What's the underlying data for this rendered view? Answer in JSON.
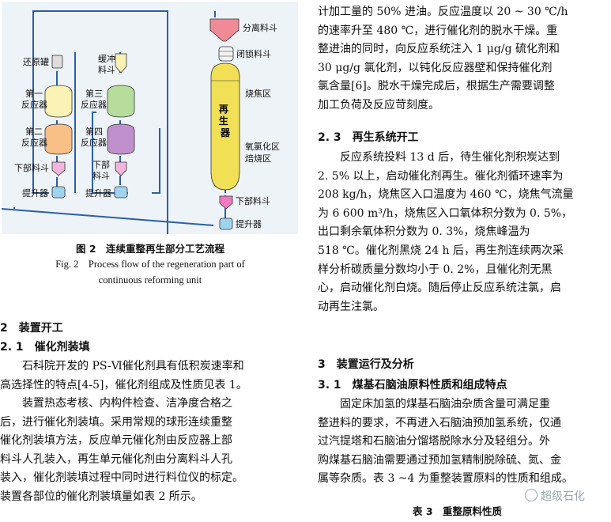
{
  "figure": {
    "labels": {
      "separation_hopper": "分离料斗",
      "lock_hopper": "闭锁料斗",
      "burning_zone": "烧焦区",
      "regenerator": "再\n生\n器",
      "oxychlorination_1": "氧氯化区",
      "oxychlorination_2": "焙烧区",
      "lower_hopper_right": "下部料斗",
      "lifter_right": "提升器",
      "reduction_tank": "还原罐",
      "reactor1_a": "第一",
      "reactor1_b": "反应器",
      "reactor2_a": "第二",
      "reactor2_b": "反应器",
      "lower_hopper_left": "下部料斗",
      "lifter_left": "提升器",
      "buffer_hopper_a": "缓冲",
      "buffer_hopper_b": "料斗",
      "reactor3_a": "第三",
      "reactor3_b": "反应器",
      "reactor4_a": "第四",
      "reactor4_b": "反应器",
      "lower_hopper_mid_a": "下部",
      "lower_hopper_mid_b": "料斗",
      "lifter_mid": "提升器"
    },
    "colors": {
      "separation_hopper": "#f08a96",
      "lock_hopper": "#f3f3f3",
      "regenerator": "#f1df55",
      "lower_hopper_right": "#f07ac0",
      "lifter": "#9fd4ef",
      "reduction_tank": "#dddddd",
      "reactor1": "#fbf2b5",
      "reactor2": "#f8bf86",
      "lower_hopper_left": "#f2b6dd",
      "buffer_hopper": "#f7f1b6",
      "reactor3": "#b7dd9c",
      "reactor4": "#c090cc",
      "lower_hopper_mid": "#f2b6dd",
      "line": "#2a5fa8"
    },
    "caption_cn": "图 2　连续重整再生部分工艺流程",
    "caption_en_1": "Fig. 2　Process flow of the regeneration part of",
    "caption_en_2": "continuous reforming unit"
  },
  "left_col": {
    "h2": "2　装置开工",
    "h21": "2. 1　催化剂装填",
    "p1": [
      "石科院开发的 PS-Ⅵ催化剂具有低积炭速率和",
      "高选择性的特点[4-5]，催化剂组成及性质见表 1。"
    ],
    "p2": [
      "装置热态考核、内构件检查、洁净度合格之",
      "后，进行催化剂装填。采用常规的球形连续重整",
      "催化剂装填方法，反应单元催化剂由反应器上部",
      "料斗人孔装入，再生单元催化剂由分离料斗人孔",
      "装入，催化剂装填过程中同时进行料位仪的标定。",
      "装置各部位的催化剂装填量如表 2 所示。"
    ]
  },
  "right_col": {
    "p_top": [
      "计加工量的 50% 进油。反应温度以 20 ~ 30 ℃/h",
      "的速率升至 480 ℃，进行催化剂的脱水干燥。重",
      "整进油的同时，向反应系统注入 1 μg/g 硫化剂和",
      "30 μg/g 氯化剂，以钝化反应器壁和保持催化剂",
      "氯含量[6]。脱水干燥完成后，根据生产需要调整",
      "加工负荷及反应苛刻度。"
    ],
    "h23": "2. 3　再生系统开工",
    "p23": [
      "反应系统投料 13 d 后，待生催化剂积炭达到",
      "2. 5% 以上，启动催化剂再生。催化剂循环速率为",
      "208 kg/h，烧焦区入口温度为 460 ℃，烧焦气流量",
      "为 6 600 m³/h，烧焦区入口氧体积分数为 0. 5%，",
      "出口剩余氧体积分数为 0. 3%，烧焦峰温为",
      "518 ℃。催化剂黑烧 24 h 后，再生剂连续两次采",
      "样分析碳质量分数均小于 0. 2%，且催化剂无黑",
      "心，启动催化剂白烧。随后停止反应系统注氯，启",
      "动再生注氯。"
    ],
    "h3": "3　装置运行及分析",
    "h31": "3. 1　煤基石脑油原料性质和组成特点",
    "p31": [
      "固定床加氢的煤基石脑油杂质含量可满足重",
      "整进料的要求，不再进入石脑油预加氢系统，仅通",
      "过汽提塔和石脑油分馏塔脱除水分及轻组分。外",
      "购煤基石脑油需要通过预加氢精制脱除硫、氮、金",
      "属等杂质。表 3 ~4 为重整装置原料的性质和组成。"
    ],
    "table3_caption": "表 3　重整原料性质",
    "watermark": "超级石化"
  }
}
